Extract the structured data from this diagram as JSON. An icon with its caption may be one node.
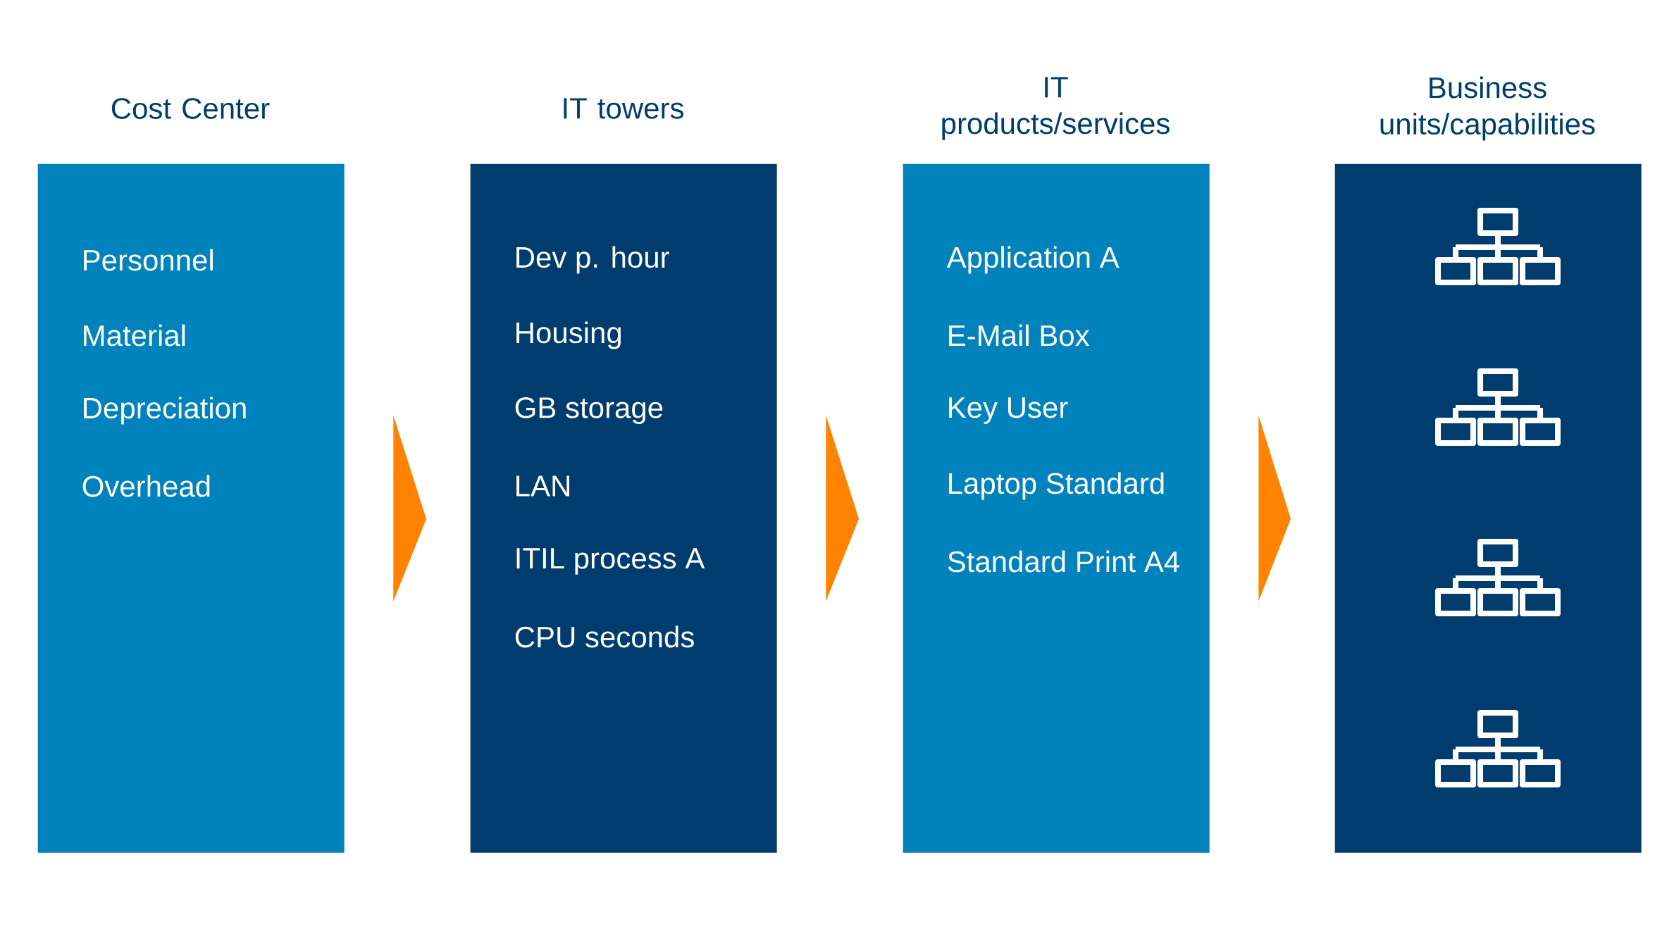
{
  "diagram": {
    "nodes": [
      {
        "text": [
          "Cost Center",
          "Personnel",
          "Material",
          "Depreciation",
          "Overhead"
        ]
      },
      {
        "text": [
          "IT towers",
          "Dev p. hour",
          "Housing",
          "GB storage",
          "LAN",
          "ITIL process A",
          "CPU seconds"
        ]
      },
      {
        "text": [
          "IT products/services",
          "Application A",
          "E-Mail Box",
          "Key User",
          "Laptop Standard",
          "Standard Print A4"
        ]
      },
      {
        "text": [
          "Business units/capabilities"
        ]
      }
    ],
    "edges": [
      {
        "from": 0,
        "to": 1,
        "arrow": "to"
      },
      {
        "from": 1,
        "to": 2,
        "arrow": "to"
      },
      {
        "from": 2,
        "to": 3,
        "arrow": "to"
      }
    ]
  }
}
